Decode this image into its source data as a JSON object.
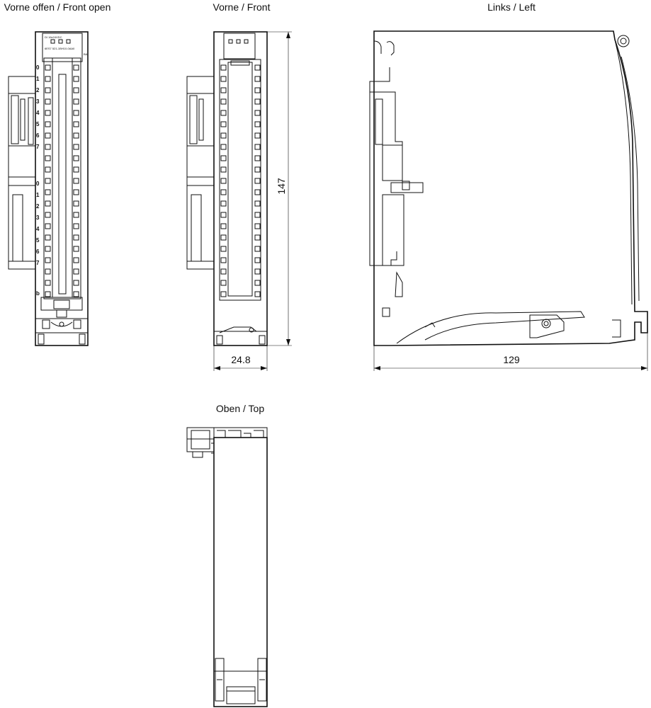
{
  "views": {
    "front_open": {
      "title": "Vorne offen / Front open"
    },
    "front": {
      "title": "Vorne / Front"
    },
    "left": {
      "title": "Links / Left"
    },
    "top": {
      "title": "Oben / Top"
    }
  },
  "dimensions": {
    "height": "147",
    "width": "24.8",
    "depth": "129"
  },
  "module_label": {
    "line1": "DI 16x24VDC",
    "line2": "BA",
    "order_number": "6ES7 521-1BH10-0AA0"
  },
  "channel_numbers_group1": [
    "0",
    "1",
    "2",
    "3",
    "4",
    "5",
    "6",
    "7"
  ],
  "channel_numbers_group2": [
    "0",
    "1",
    "2",
    "3",
    "4",
    "5",
    "6",
    "7"
  ],
  "side_mark": "b"
}
